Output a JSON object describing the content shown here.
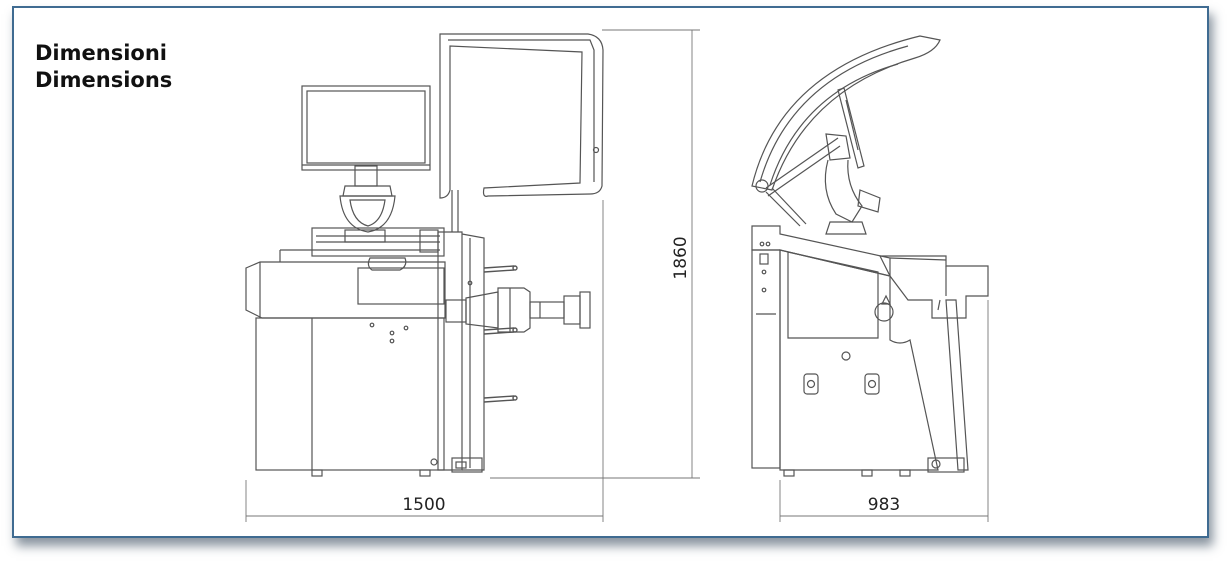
{
  "title": {
    "line1": "Dimensioni",
    "line2": "Dimensions"
  },
  "dimensions": {
    "front_width": "1500",
    "front_height": "1860",
    "side_depth": "983"
  },
  "colors": {
    "frame_border": "#3f6b91",
    "line": "#555555"
  }
}
